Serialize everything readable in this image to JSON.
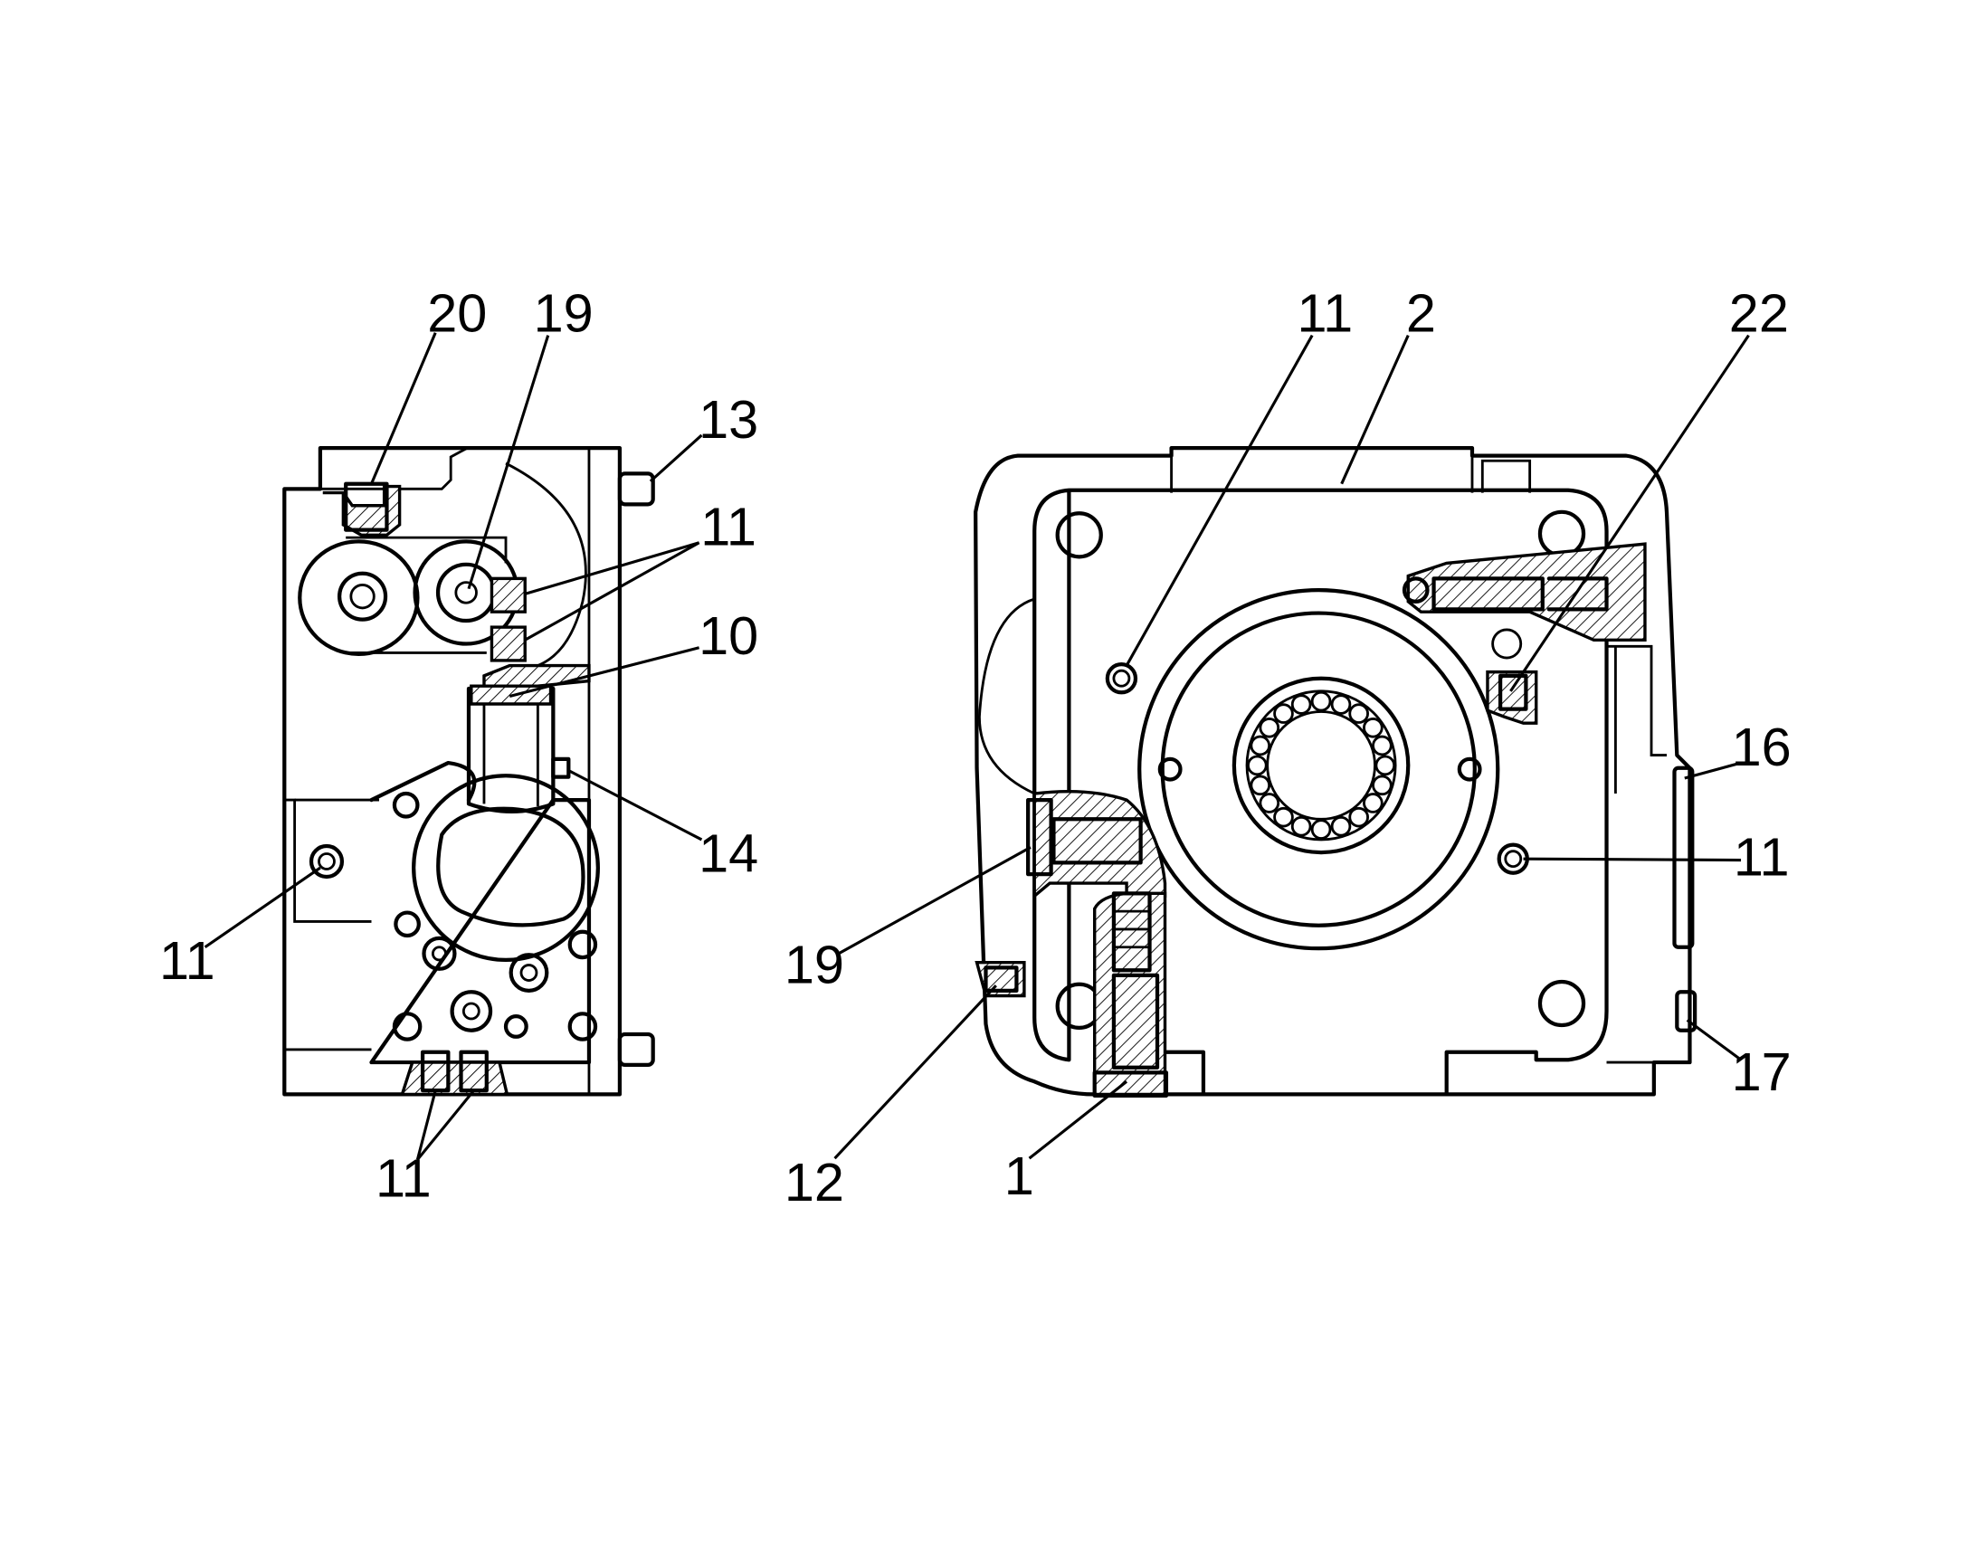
{
  "views": [
    {
      "name": "side-view",
      "callouts": [
        {
          "id": "c-20",
          "text": "20"
        },
        {
          "id": "c-19a",
          "text": "19"
        },
        {
          "id": "c-13",
          "text": "13"
        },
        {
          "id": "c-11a",
          "text": "11"
        },
        {
          "id": "c-10",
          "text": "10"
        },
        {
          "id": "c-14",
          "text": "14"
        },
        {
          "id": "c-11b",
          "text": "11"
        },
        {
          "id": "c-11c",
          "text": "11"
        }
      ]
    },
    {
      "name": "front-view",
      "callouts": [
        {
          "id": "c-11d",
          "text": "11"
        },
        {
          "id": "c-2",
          "text": "2"
        },
        {
          "id": "c-22",
          "text": "22"
        },
        {
          "id": "c-16",
          "text": "16"
        },
        {
          "id": "c-11e",
          "text": "11"
        },
        {
          "id": "c-19b",
          "text": "19"
        },
        {
          "id": "c-12",
          "text": "12"
        },
        {
          "id": "c-1",
          "text": "1"
        },
        {
          "id": "c-17",
          "text": "17"
        }
      ]
    }
  ]
}
